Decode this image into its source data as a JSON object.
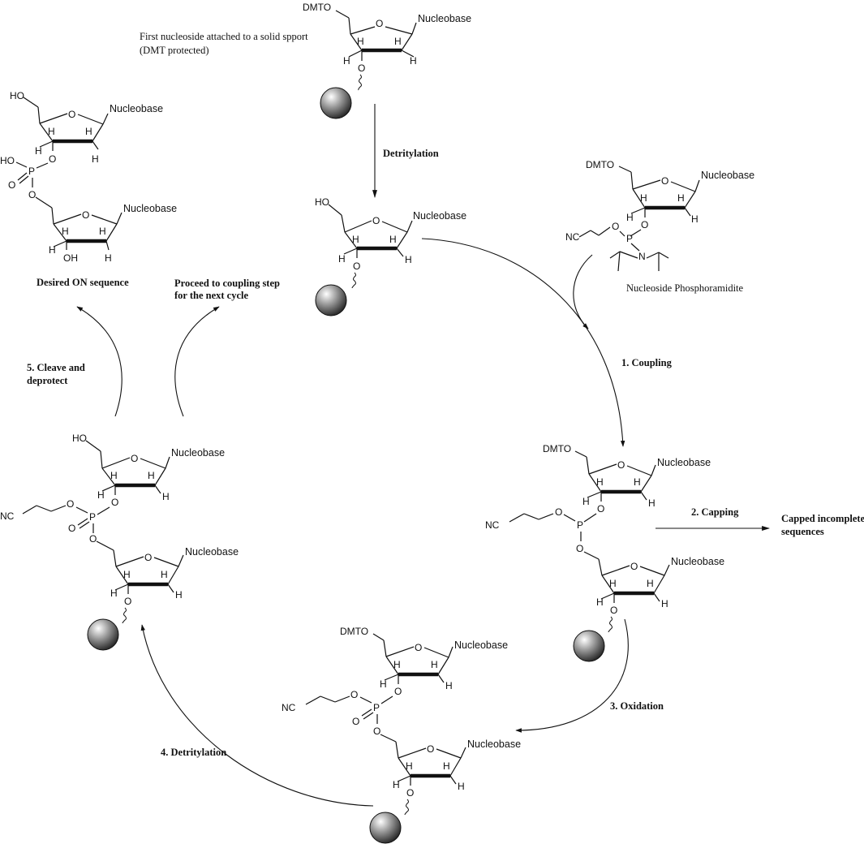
{
  "labels": {
    "first_nucleoside_note": [
      "First nucleoside attached to a solid spport",
      "(DMT protected)"
    ],
    "phosphoramidite_note": "Nucleoside Phosphoramidite",
    "desired_sequence": "Desired ON sequence",
    "proceed_note": [
      "Proceed to coupling step",
      " for the next cycle"
    ],
    "capped_sequences": [
      "Capped incomplete",
      " sequences"
    ]
  },
  "steps": {
    "detritylation_top": "Detritylation",
    "coupling": "1. Coupling",
    "capping": "2. Capping",
    "oxidation": "3. Oxidation",
    "detritylation_4": "4. Detritylation",
    "cleave": [
      "5. Cleave and",
      "deprotect"
    ]
  },
  "atoms": {
    "nucleobase": "Nucleobase",
    "dmto": "DMTO",
    "ho": "HO",
    "oh": "OH",
    "o": "O",
    "h": "H",
    "p": "P",
    "n": "N",
    "nc": "NC"
  },
  "colors": {
    "ink": "#111111",
    "bead_light": "#ffffff",
    "bead_dark": "#2a2a2a"
  }
}
